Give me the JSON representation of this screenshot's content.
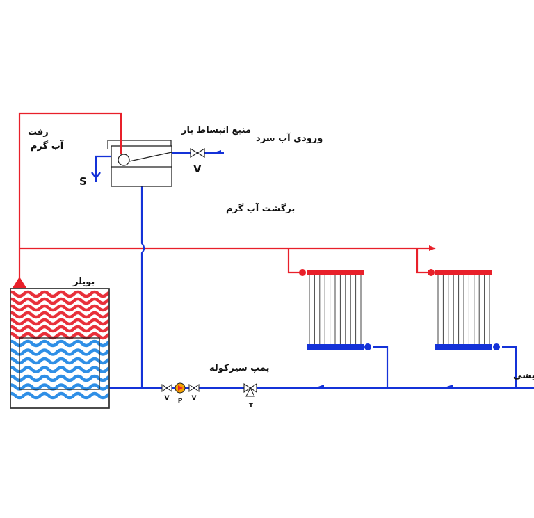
{
  "labels": {
    "hot_supply": [
      "رفت",
      "آب گرم"
    ],
    "expansion_tank": "منبع انبساط باز",
    "cold_inlet": "ورودی آب سرد",
    "hot_return": "برگشت آب گرم",
    "boiler": "بویلر",
    "circulation_pump": "پمپ سیرکوله",
    "heating_return": "برگشت آب گرم گرمایشی"
  },
  "symbols": {
    "s": "S",
    "v_large": "V",
    "v_left": "V",
    "p": "P",
    "v_right": "V",
    "t": "T"
  },
  "colors": {
    "hot": "#e8202a",
    "cold": "#1432d8",
    "wave_hot": "#e8303a",
    "wave_cold": "#2f8fe6"
  }
}
